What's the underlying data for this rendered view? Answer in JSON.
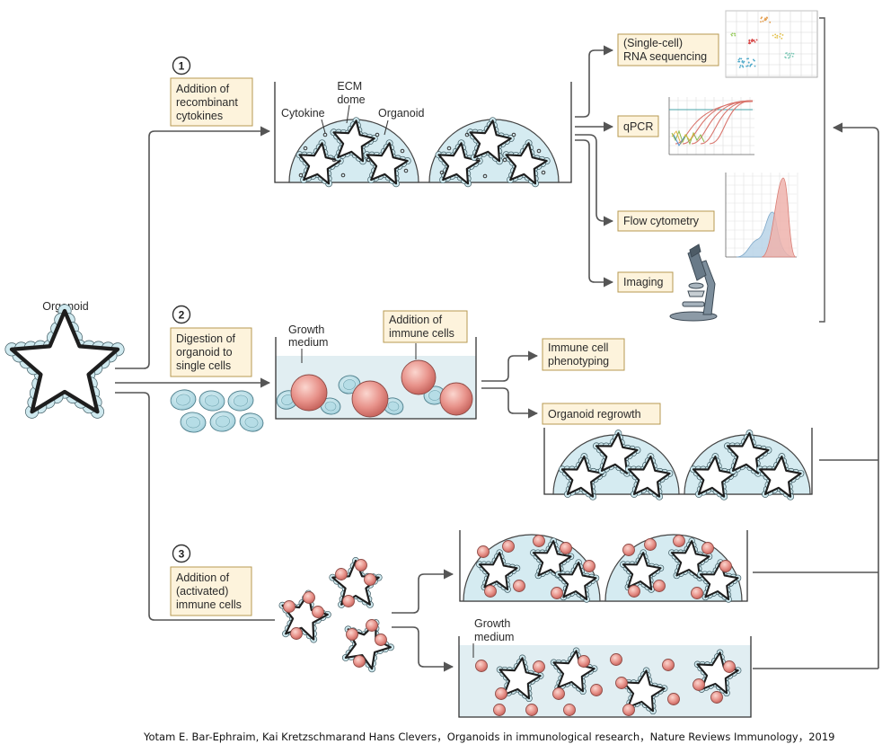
{
  "steps": [
    {
      "number": "1",
      "lines": [
        "Addition of",
        "recombinant",
        "cytokines"
      ]
    },
    {
      "number": "2",
      "lines": [
        "Digestion of",
        "organoid to",
        "single cells"
      ]
    },
    {
      "number": "3",
      "lines": [
        "Addition of",
        "(activated)",
        "immune cells"
      ]
    }
  ],
  "labels": {
    "organoid_left": "Organoid",
    "ecm_dome": [
      "ECM",
      "dome"
    ],
    "cytokine": "Cytokine",
    "organoid_dome": "Organoid",
    "growth_medium_2": [
      "Growth",
      "medium"
    ],
    "addition_immune": [
      "Addition of",
      "immune cells"
    ],
    "growth_medium_3": [
      "Growth",
      "medium"
    ]
  },
  "outcomes": {
    "immune_phenotyping": [
      "Immune cell",
      "phenotyping"
    ],
    "organoid_regrowth": "Organoid regrowth"
  },
  "readouts": [
    {
      "id": "rna",
      "lines": [
        "(Single-cell)",
        "RNA sequencing"
      ]
    },
    {
      "id": "qpcr",
      "lines": [
        "qPCR"
      ]
    },
    {
      "id": "flow",
      "lines": [
        "Flow cytometry"
      ]
    },
    {
      "id": "imaging",
      "lines": [
        "Imaging"
      ]
    }
  ],
  "citation": "Yotam E. Bar-Ephraim, Kai Kretzschmarand Hans Clevers，Organoids in immunological research，Nature Reviews  Immunology，2019",
  "colors": {
    "box_fill": "#fdf3dc",
    "box_stroke": "#b79a52",
    "dome_fill": "#d5ebf1",
    "epithelial_cell": "#c9e7ee",
    "immune_cell": "#e79a93",
    "arrow": "#555555"
  }
}
